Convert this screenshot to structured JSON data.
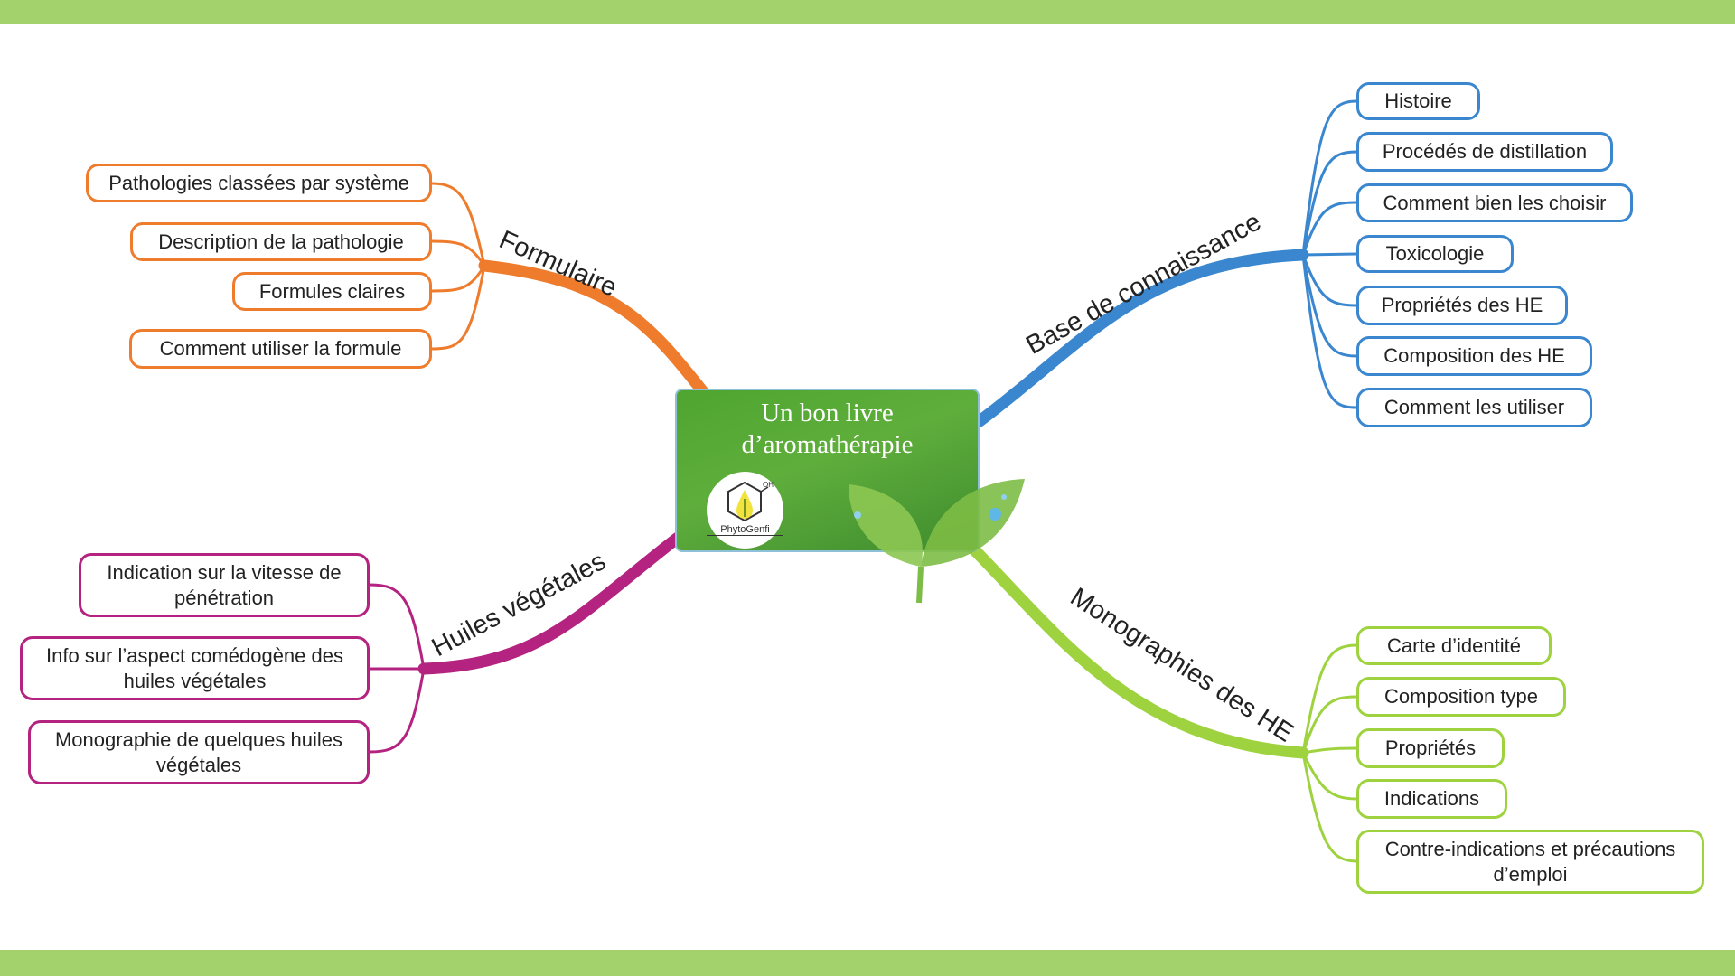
{
  "center": {
    "title_line1": "Un bon livre",
    "title_line2": "d’aromathérapie",
    "logo_text": "PhytoGenfi",
    "logo_oh": "OH"
  },
  "colors": {
    "formulaire": "#ef7b2c",
    "base": "#3a87cf",
    "monographies": "#9ed33f",
    "huiles": "#b3237f",
    "frame": "#a3d16b"
  },
  "branches": {
    "formulaire": {
      "label": "Formulaire",
      "items": [
        "Pathologies classées par système",
        "Description de la pathologie",
        "Formules claires",
        "Comment utiliser la formule"
      ]
    },
    "base": {
      "label": "Base de connaissance",
      "items": [
        "Histoire",
        "Procédés de distillation",
        "Comment bien les choisir",
        "Toxicologie",
        "Propriétés des HE",
        "Composition des HE",
        "Comment les utiliser"
      ]
    },
    "monographies": {
      "label": "Monographies des HE",
      "items": [
        "Carte d’identité",
        "Composition type",
        "Propriétés",
        "Indications",
        "Contre-indications et précautions d’emploi"
      ]
    },
    "huiles": {
      "label": "Huiles végétales",
      "items": [
        "Indication sur la vitesse de pénétration",
        "Info sur l’aspect comédogène des huiles végétales",
        "Monographie de quelques huiles végétales"
      ]
    }
  }
}
